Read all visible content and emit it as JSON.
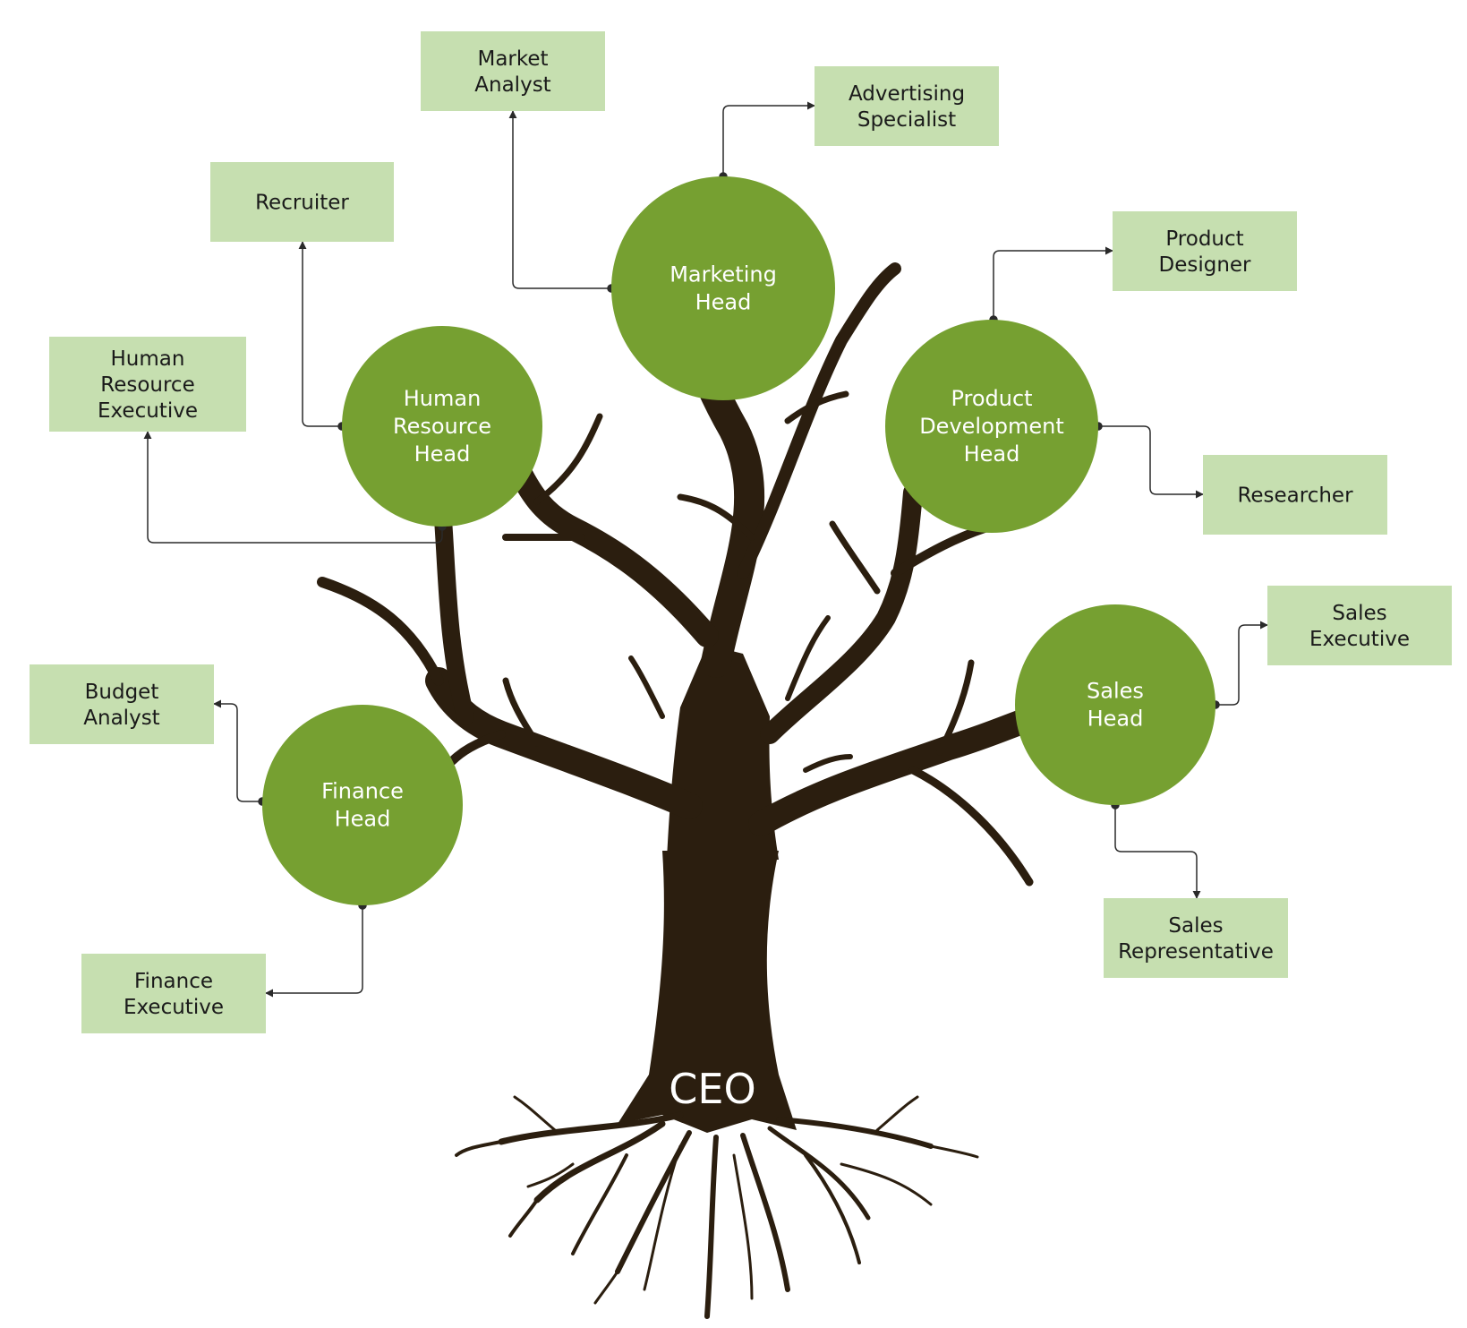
{
  "colors": {
    "trunk": "#2b1e0f",
    "head_circle": "#76a031",
    "role_box": "#c6dfb0",
    "connector": "#2a2a2a"
  },
  "ceo": {
    "label": "CEO"
  },
  "heads": [
    {
      "id": "hr",
      "label": [
        "Human",
        "Resource",
        "Head"
      ],
      "roles": [
        {
          "id": "recruiter",
          "label": [
            "Recruiter"
          ]
        },
        {
          "id": "hr-executive",
          "label": [
            "Human",
            "Resource",
            "Executive"
          ]
        }
      ]
    },
    {
      "id": "marketing",
      "label": [
        "Marketing",
        "Head"
      ],
      "roles": [
        {
          "id": "market-analyst",
          "label": [
            "Market",
            "Analyst"
          ]
        },
        {
          "id": "advertising-specialist",
          "label": [
            "Advertising",
            "Specialist"
          ]
        }
      ]
    },
    {
      "id": "product",
      "label": [
        "Product",
        "Development",
        "Head"
      ],
      "roles": [
        {
          "id": "product-designer",
          "label": [
            "Product",
            "Designer"
          ]
        },
        {
          "id": "researcher",
          "label": [
            "Researcher"
          ]
        }
      ]
    },
    {
      "id": "finance",
      "label": [
        "Finance",
        "Head"
      ],
      "roles": [
        {
          "id": "budget-analyst",
          "label": [
            "Budget",
            "Analyst"
          ]
        },
        {
          "id": "finance-executive",
          "label": [
            "Finance",
            "Executive"
          ]
        }
      ]
    },
    {
      "id": "sales",
      "label": [
        "Sales",
        "Head"
      ],
      "roles": [
        {
          "id": "sales-executive",
          "label": [
            "Sales",
            "Executive"
          ]
        },
        {
          "id": "sales-representative",
          "label": [
            "Sales",
            "Representative"
          ]
        }
      ]
    }
  ]
}
